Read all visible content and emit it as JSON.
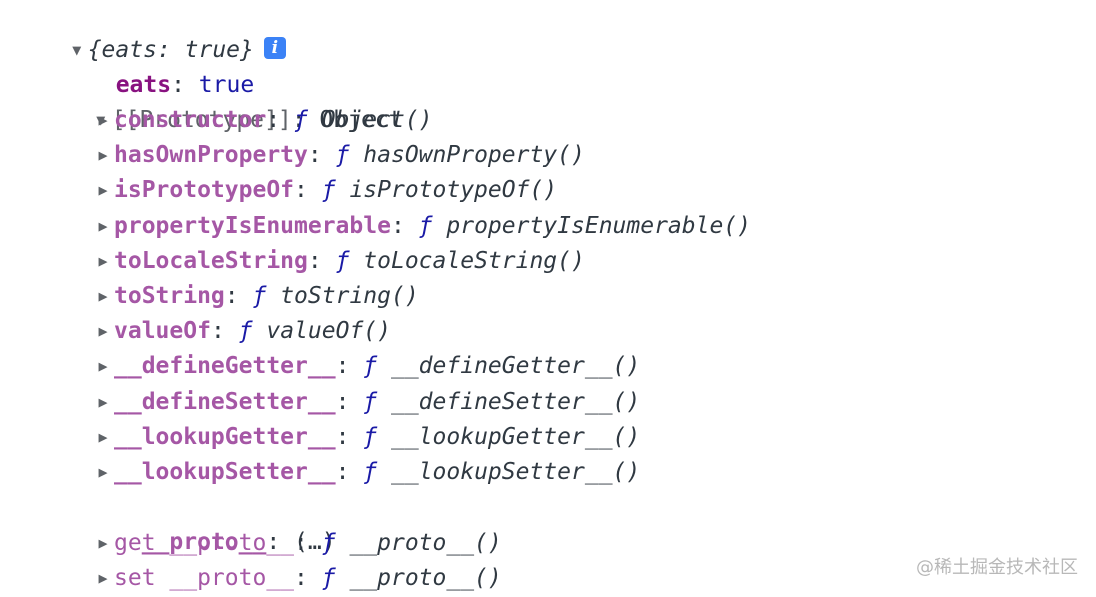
{
  "root": {
    "summary": "{eats: true}",
    "info_icon_glyph": "i"
  },
  "own_prop": {
    "key": "eats",
    "sep": ": ",
    "value": "true"
  },
  "prototype": {
    "key": "[[Prototype]]",
    "sep": ": ",
    "value": "Object"
  },
  "methods": [
    {
      "key": "constructor",
      "fn": "Object()"
    },
    {
      "key": "hasOwnProperty",
      "fn": "hasOwnProperty()"
    },
    {
      "key": "isPrototypeOf",
      "fn": "isPrototypeOf()"
    },
    {
      "key": "propertyIsEnumerable",
      "fn": "propertyIsEnumerable()"
    },
    {
      "key": "toLocaleString",
      "fn": "toLocaleString()"
    },
    {
      "key": "toString",
      "fn": "toString()"
    },
    {
      "key": "valueOf",
      "fn": "valueOf()"
    },
    {
      "key": "__defineGetter__",
      "fn": "__defineGetter__()"
    },
    {
      "key": "__defineSetter__",
      "fn": "__defineSetter__()"
    },
    {
      "key": "__lookupGetter__",
      "fn": "__lookupGetter__()"
    },
    {
      "key": "__lookupSetter__",
      "fn": "__lookupSetter__()"
    }
  ],
  "proto_prop": {
    "key": "__proto__",
    "sep": ": ",
    "value": "(…)"
  },
  "accessors": [
    {
      "key": "get __proto__",
      "fn": "__proto__()"
    },
    {
      "key": "set __proto__",
      "fn": "__proto__()"
    }
  ],
  "fn_marker": "ƒ",
  "watermark": "@稀土掘金技术社区",
  "colors": {
    "key_own": "#881280",
    "key_inherited": "#a557a5",
    "value_keyword": "#1a1aa6",
    "info_badge": "#3b82f6"
  }
}
